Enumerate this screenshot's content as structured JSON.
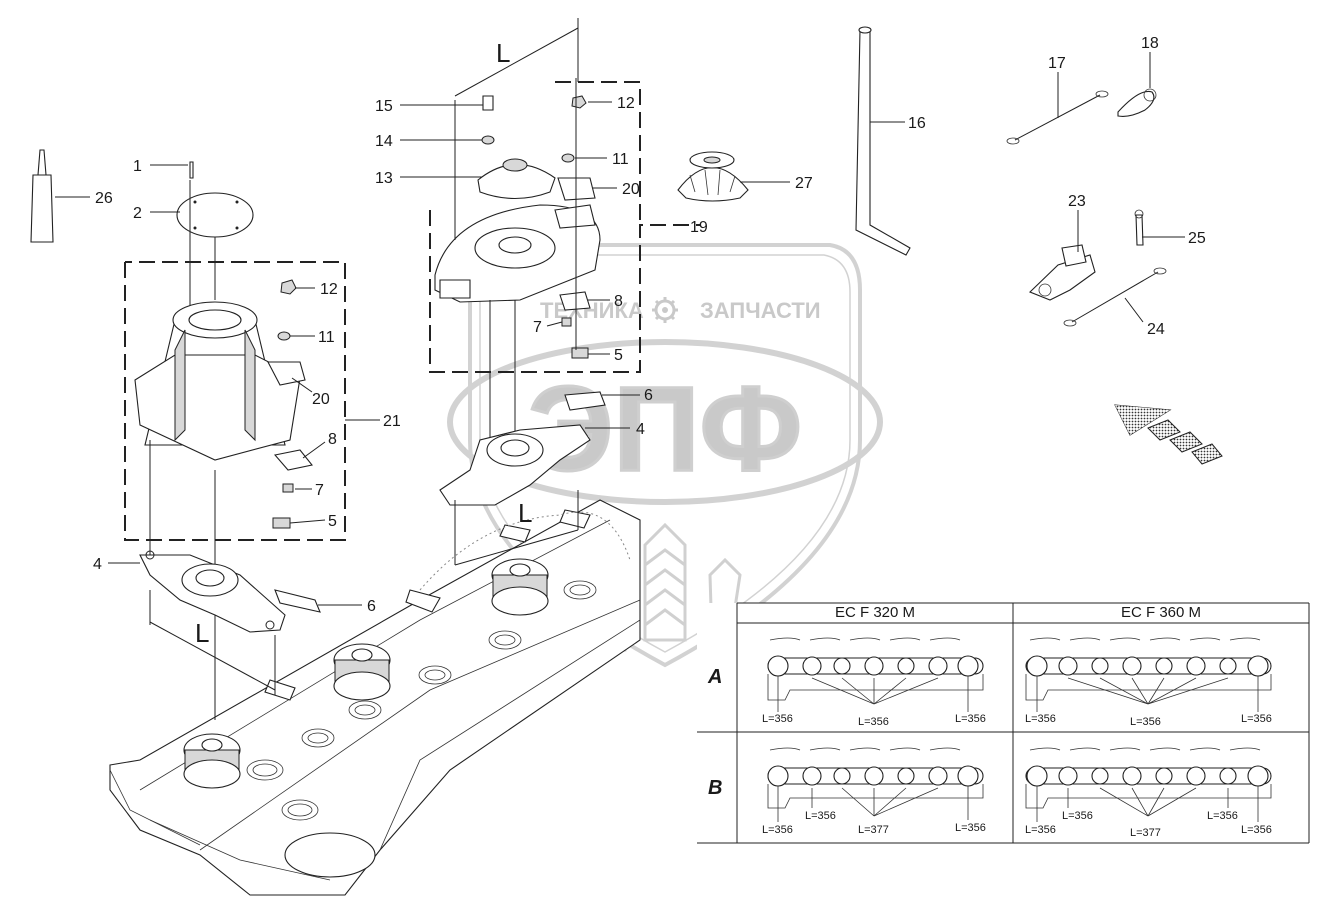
{
  "watermark": {
    "line1_left": "ТЕХНИКА",
    "line1_right": "ЗАПЧАСТИ",
    "emblem": "ЭПФ",
    "gear_icon": "gear-icon"
  },
  "dimension_label": "L",
  "callouts": {
    "c1": "1",
    "c2": "2",
    "c4a": "4",
    "c4b": "4",
    "c5a": "5",
    "c5b": "5",
    "c6a": "6",
    "c6b": "6",
    "c7a": "7",
    "c7b": "7",
    "c8a": "8",
    "c8b": "8",
    "c11a": "11",
    "c11b": "11",
    "c12a": "12",
    "c12b": "12",
    "c13": "13",
    "c14": "14",
    "c15": "15",
    "c16": "16",
    "c17": "17",
    "c18": "18",
    "c19": "19",
    "c20a": "20",
    "c20b": "20",
    "c21": "21",
    "c23": "23",
    "c24": "24",
    "c25": "25",
    "c26": "26",
    "c27": "27"
  },
  "table": {
    "col1": "EC F 320 M",
    "col2": "EC F 360 M",
    "rowA": "A",
    "rowB": "B",
    "A320": {
      "left": "L=356",
      "mid": "L=356",
      "right": "L=356"
    },
    "A360": {
      "left": "L=356",
      "mid": "L=356",
      "right": "L=356"
    },
    "B320": {
      "left": "L=356",
      "left2": "L=356",
      "mid": "L=377",
      "right": "L=356"
    },
    "B360": {
      "left": "L=356",
      "left2": "L=356",
      "mid": "L=377",
      "right2": "L=356",
      "right": "L=356"
    }
  },
  "colors": {
    "ink": "#1a1a1a",
    "watermark": "#c9c9c9",
    "shade": "#d8d8d8"
  }
}
